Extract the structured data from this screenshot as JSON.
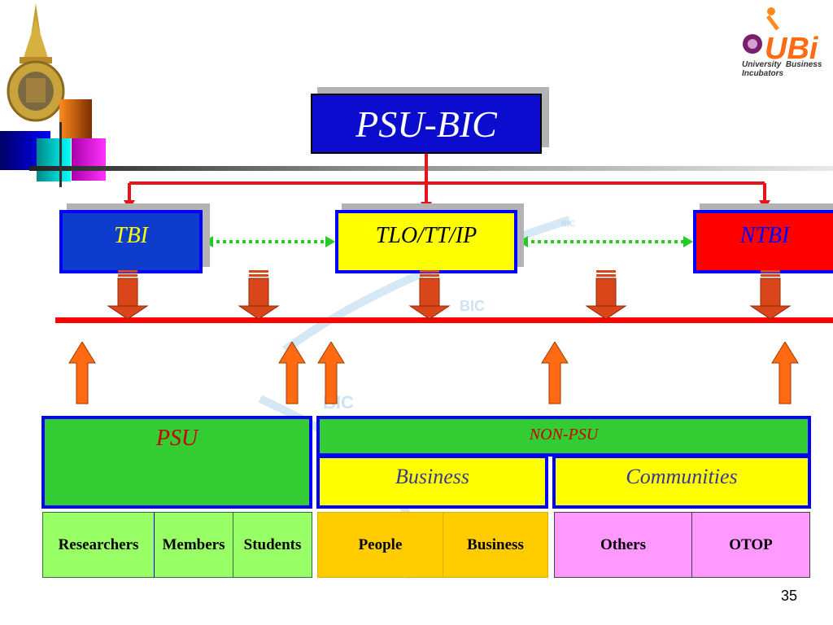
{
  "colors": {
    "psu_bic_fill": "#0c0cce",
    "tbi_fill": "#0e3ccc",
    "tlo_fill": "#ffff00",
    "ntbi_fill": "#ff0000",
    "frame_blue": "#0000ff",
    "connector_red": "#e8141c",
    "dashed_green": "#22cc22",
    "arrow_orange": "#ff6a12",
    "down_arrow": "#d9461a",
    "green_fill": "#33cc33",
    "light_green": "#99ff66",
    "orange_cell": "#ffcc00",
    "pink_cell": "#ff99ff"
  },
  "logo": {
    "ubi_text": "UBi",
    "caption_line1": "University  Business",
    "caption_line2": "Incubators"
  },
  "watermark": [
    "BIC",
    "BIC",
    "BIC"
  ],
  "top_node": {
    "label": "PSU-BIC"
  },
  "second_level": [
    {
      "id": "tbi",
      "label": "TBI"
    },
    {
      "id": "tlo",
      "label": "TLO/TT/IP"
    },
    {
      "id": "ntbi",
      "label": "NTBI"
    }
  ],
  "groups": {
    "psu": {
      "label": "PSU"
    },
    "non_psu": {
      "label": "NON-PSU"
    },
    "business": {
      "label": "Business"
    },
    "communities": {
      "label": "Communities"
    }
  },
  "cells": {
    "psu": [
      "Researchers",
      "Members",
      "Students"
    ],
    "business": [
      "People",
      "Business"
    ],
    "communities": [
      "Others",
      "OTOP"
    ]
  },
  "page_number": "35"
}
